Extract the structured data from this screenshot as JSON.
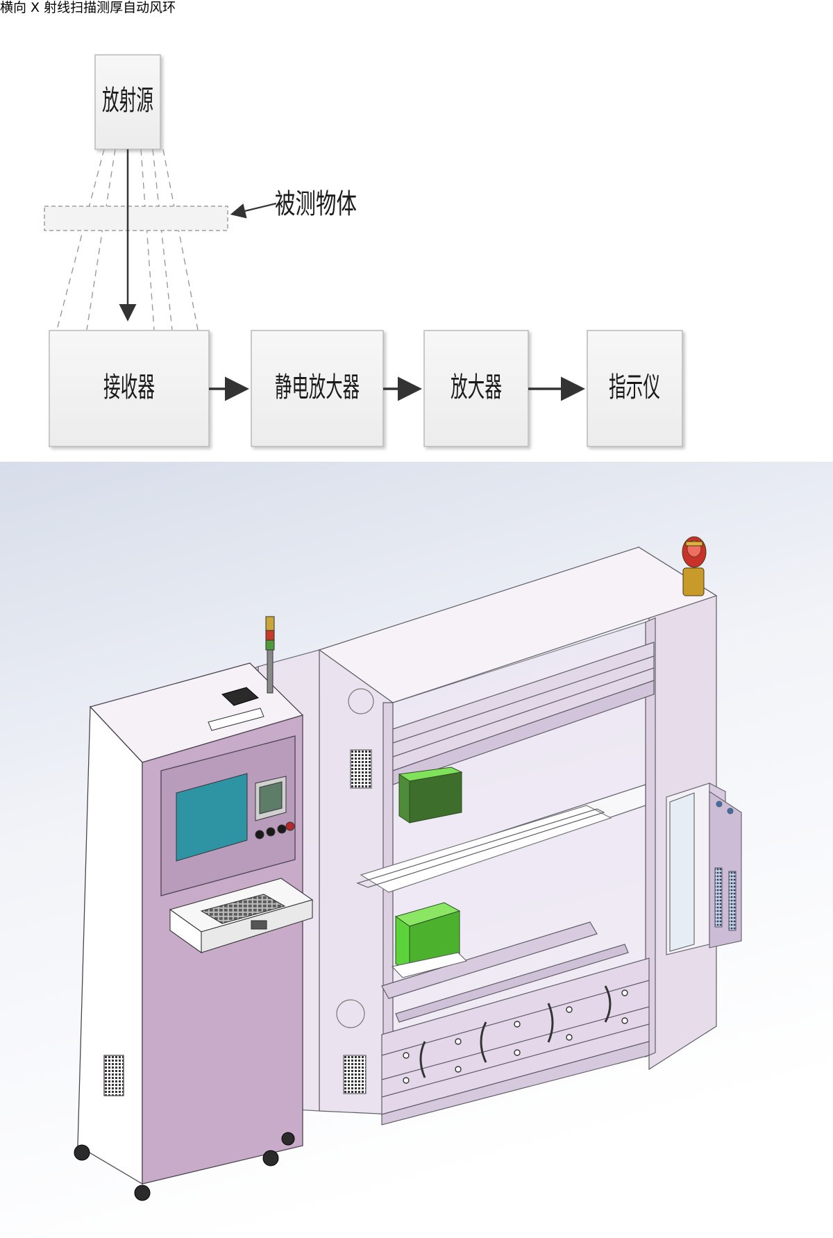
{
  "document": {
    "title": "横向 X 射线扫描测厚自动风环"
  },
  "diagram": {
    "source_label": "放射源",
    "object_label": "被测物体",
    "chain": [
      {
        "id": "receiver",
        "label": "接收器"
      },
      {
        "id": "electrostatic-amplifier",
        "label": "静电放大器"
      },
      {
        "id": "amplifier",
        "label": "放大器"
      },
      {
        "id": "indicator",
        "label": "指示仪"
      }
    ]
  },
  "colors": {
    "box_fill": "#f2f2f2",
    "box_border": "#b9b9b9",
    "arrow": "#333333",
    "cabinet": "#c8abc9",
    "screen": "#2e94a3",
    "sensor_green": "#5cd33a",
    "frame_glass": "#e9e1ef"
  }
}
